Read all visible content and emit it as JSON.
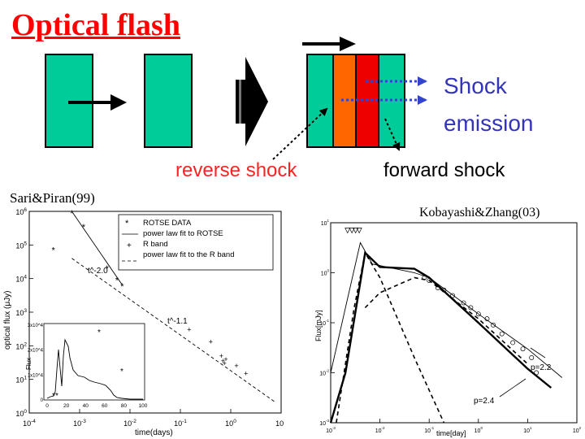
{
  "slide": {
    "title": "Optical flash",
    "shock_emission_line1": "Shock",
    "shock_emission_line2": "emission",
    "reverse_shock": "reverse shock",
    "forward_shock": "forward shock",
    "colors": {
      "title": "#ff0000",
      "shell": "#00cc99",
      "reverse_region": "#ff6600",
      "forward_region": "#ee0000",
      "emission_text": "#3333bb",
      "emission_arrow": "#3344cc"
    }
  },
  "left_plot": {
    "citation": "Sari&Piran(99)",
    "legend": [
      "ROTSE DATA",
      "power law fit to ROTSE",
      "R band",
      "power law fit to the R band"
    ],
    "annotations": [
      "t^-2.0",
      "t^-1.1"
    ],
    "xlabel": "time(days)",
    "ylabel": "optical flux (μJy)",
    "inset_ylabel": "Flux",
    "inset_xticks": [
      "0",
      "20",
      "40",
      "60",
      "80",
      "100"
    ],
    "inset_yticks": [
      "0",
      "1x10^4",
      "2x10^4",
      "3x10^4"
    ],
    "xticks_exp": [
      "-4",
      "-3",
      "-2",
      "-1",
      "0",
      "1"
    ],
    "yticks_exp": [
      "0",
      "1",
      "2",
      "3",
      "4",
      "5",
      "6"
    ]
  },
  "right_plot": {
    "citation": "Kobayashi&Zhang(03)",
    "xlabel": "time[day]",
    "ylabel": "Flux[mJy]",
    "annotations": [
      "p=2.2",
      "p=2.4"
    ],
    "xticks_exp": [
      "-3",
      "-2",
      "-1",
      "0",
      "1",
      "2"
    ],
    "yticks_exp": [
      "-3",
      "-2",
      "-1",
      "0",
      "1"
    ]
  },
  "chart_data": [
    {
      "type": "scatter",
      "name": "Sari&Piran(99)",
      "xscale": "log",
      "yscale": "log",
      "xlim": [
        0.0001,
        10
      ],
      "ylim": [
        1,
        1000000
      ],
      "series": [
        {
          "name": "ROTSE DATA",
          "x": [
            0.0003,
            0.0007,
            0.0012,
            0.0035,
            0.0055,
            0.007
          ],
          "y": [
            70000,
            900000,
            350000,
            20000,
            9000,
            6000
          ]
        },
        {
          "name": "power law fit to ROTSE",
          "x": [
            0.0007,
            0.007
          ],
          "y": [
            1000000,
            6500
          ]
        },
        {
          "name": "R band",
          "x": [
            0.15,
            0.4,
            0.65,
            0.7,
            0.75,
            0.8,
            1.3,
            2.0
          ],
          "y": [
            300,
            130,
            50,
            35,
            30,
            40,
            25,
            15
          ]
        },
        {
          "name": "power law fit to the R band",
          "x": [
            0.0007,
            8
          ],
          "y": [
            40000,
            2
          ]
        }
      ]
    },
    {
      "type": "line",
      "name": "Kobayashi&Zhang(03)",
      "xscale": "log",
      "yscale": "log",
      "xlim": [
        0.001,
        100
      ],
      "ylim": [
        0.001,
        10
      ],
      "series": [
        {
          "name": "p=2.4",
          "x": [
            0.001,
            0.002,
            0.005,
            0.01,
            0.05,
            0.1,
            1,
            10,
            30
          ],
          "y": [
            0.001,
            0.01,
            2.5,
            1.3,
            1.2,
            0.8,
            0.1,
            0.012,
            0.005
          ]
        },
        {
          "name": "p=2.2",
          "x": [
            0.001,
            0.002,
            0.004,
            0.007,
            0.05,
            0.1,
            1,
            10,
            50
          ],
          "y": [
            0.01,
            0.2,
            4,
            1.5,
            1.0,
            0.8,
            0.15,
            0.03,
            0.008
          ]
        },
        {
          "name": "reverse shock",
          "x": [
            0.0013,
            0.003,
            0.005,
            0.01,
            0.05,
            0.2
          ],
          "y": [
            0.001,
            0.2,
            2.5,
            0.8,
            0.02,
            0.001
          ]
        },
        {
          "name": "forward shock",
          "x": [
            0.005,
            0.01,
            0.05,
            0.1,
            1,
            10
          ],
          "y": [
            0.2,
            0.4,
            0.8,
            0.7,
            0.12,
            0.015
          ]
        },
        {
          "name": "data",
          "x": [
            0.08,
            0.1,
            0.15,
            0.2,
            0.3,
            0.5,
            0.7,
            1.0,
            1.5,
            2,
            3,
            5,
            8,
            12,
            15
          ],
          "y": [
            0.8,
            0.7,
            0.5,
            0.45,
            0.35,
            0.25,
            0.2,
            0.15,
            0.12,
            0.09,
            0.06,
            0.04,
            0.03,
            0.02,
            0.01
          ]
        }
      ]
    }
  ]
}
